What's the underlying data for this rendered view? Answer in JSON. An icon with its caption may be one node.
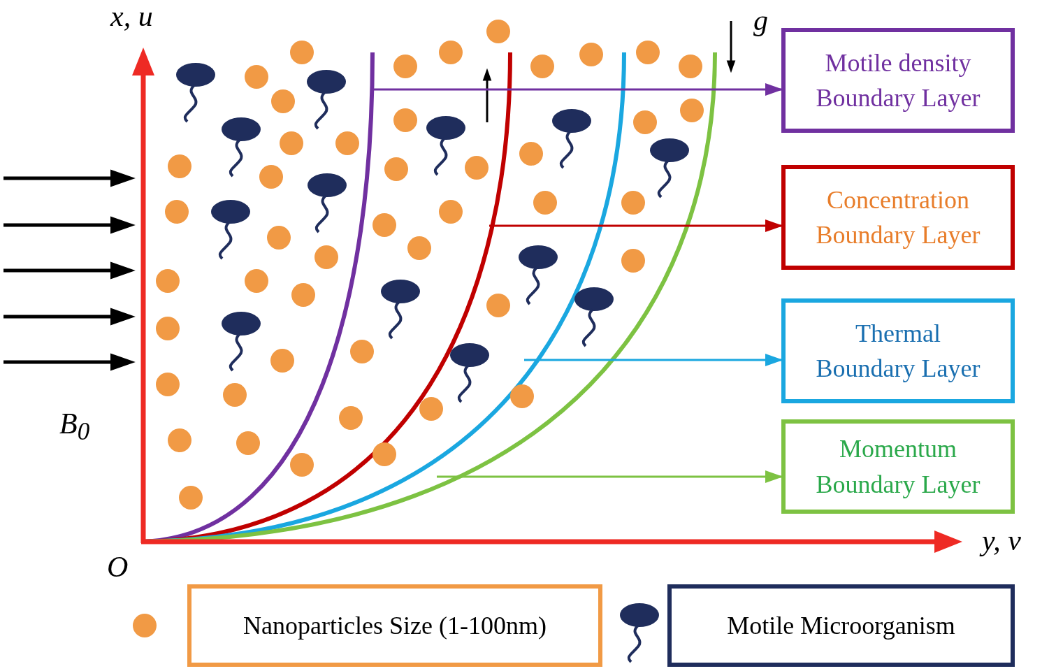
{
  "diagram": {
    "nodes": [
      {
        "text": [
          "Motile density Boundary Layer"
        ]
      },
      {
        "text": [
          "Concentration Boundary Layer"
        ]
      },
      {
        "text": [
          "Thermal Boundary Layer"
        ]
      },
      {
        "text": [
          "Momentum Boundary Layer"
        ]
      },
      {
        "text": [
          "Nanoparticles Size (1-100nm)"
        ]
      },
      {
        "text": [
          "Motile Microorganism"
        ]
      }
    ],
    "edges": [
      {
        "from": null,
        "to": 0,
        "arrow": "to",
        "color": "#7030a0"
      },
      {
        "from": null,
        "to": 1,
        "arrow": "to",
        "color": "#c00000"
      },
      {
        "from": null,
        "to": 2,
        "arrow": "to",
        "color": "#1aa7e0"
      },
      {
        "from": null,
        "to": 3,
        "arrow": "to",
        "color": "#7dc242"
      }
    ],
    "labels": [
      "x, u",
      "g",
      "B$_{0}$",
      "O",
      "y, v"
    ]
  }
}
